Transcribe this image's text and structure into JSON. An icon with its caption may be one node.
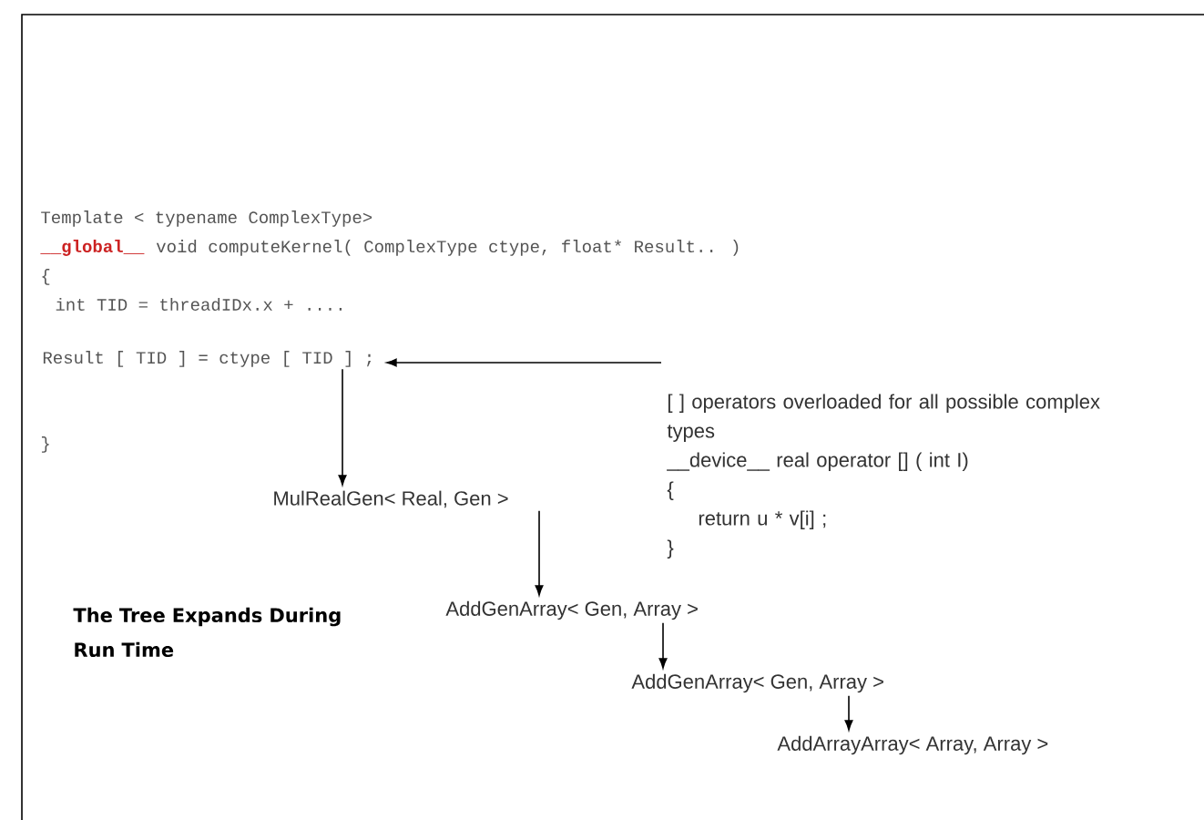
{
  "diagram": {
    "nodes": [
      {
        "text": [
          "Result [ TID ] = ctype [ TID ] ;"
        ]
      },
      {
        "text": [
          "[ ]  operators overloaded for all possible complex types",
          "__device__ real operator [] ( int I)",
          "{",
          "return  u * v[i] ;",
          "}"
        ]
      },
      {
        "text": [
          "MulRealGen< Real, Gen >"
        ]
      },
      {
        "text": [
          "AddGenArray< Gen, Array >"
        ]
      },
      {
        "text": [
          "AddGenArray< Gen, Array >"
        ]
      },
      {
        "text": [
          "AddArrayArray< Array, Array >"
        ]
      }
    ],
    "edges": [
      {
        "from": 1,
        "to": 0,
        "arrow": "to"
      },
      {
        "from": 0,
        "to": 2,
        "arrow": "to"
      },
      {
        "from": 2,
        "to": 3,
        "arrow": "to"
      },
      {
        "from": 3,
        "to": 4,
        "arrow": "to"
      },
      {
        "from": 4,
        "to": 5,
        "arrow": "to"
      }
    ],
    "labels": [
      "Template < typename ComplexType>",
      "__global__",
      "void computeKernel( ComplexType ctype, float* Result.. )",
      "{",
      "int TID = threadIDx.x + ....",
      "}",
      "The Tree Expands During Run Time"
    ]
  }
}
